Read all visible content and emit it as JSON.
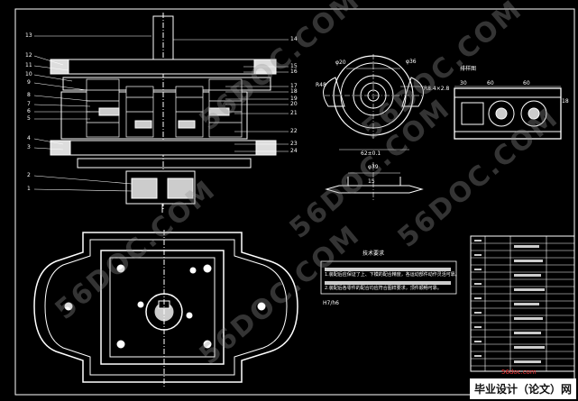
{
  "drawing": {
    "callouts_left": [
      "13",
      "12",
      "11",
      "10",
      "9",
      "8",
      "7",
      "6",
      "5",
      "4",
      "3",
      "2",
      "1"
    ],
    "callouts_right": [
      "14",
      "15",
      "16",
      "17",
      "18",
      "19",
      "20",
      "21",
      "22",
      "23",
      "24"
    ],
    "dims": {
      "d20": "φ20",
      "d36": "φ36",
      "r84": "R8.4×2.8",
      "r48": "R48",
      "d62": "62±0.1",
      "d39": "φ39",
      "d15": "15",
      "w30": "30",
      "w60a": "60",
      "w60b": "60",
      "side": "18",
      "fit": "H7/h6"
    },
    "view_label": "排样图",
    "notes_title": "技术要求",
    "notes_lines": [
      "1.装配后应保证了上、下模的配合精度，各运动部件动作灵活可靠。",
      "2.装配后各零件的配合均应符合图样要求，顶件顺畅可靠。"
    ]
  },
  "colors": {
    "background": "#000000",
    "line": "#ffffff",
    "section": "#e8e8e8"
  },
  "watermarks": [
    "56DOC.COM",
    "56DOC.COM",
    "56DOC.COM",
    "56DOC.COM",
    "56DOC.COM",
    "56DOC.COM"
  ],
  "branding": {
    "url": "56doc.com",
    "logo_text": "毕业设计（论文）网"
  }
}
